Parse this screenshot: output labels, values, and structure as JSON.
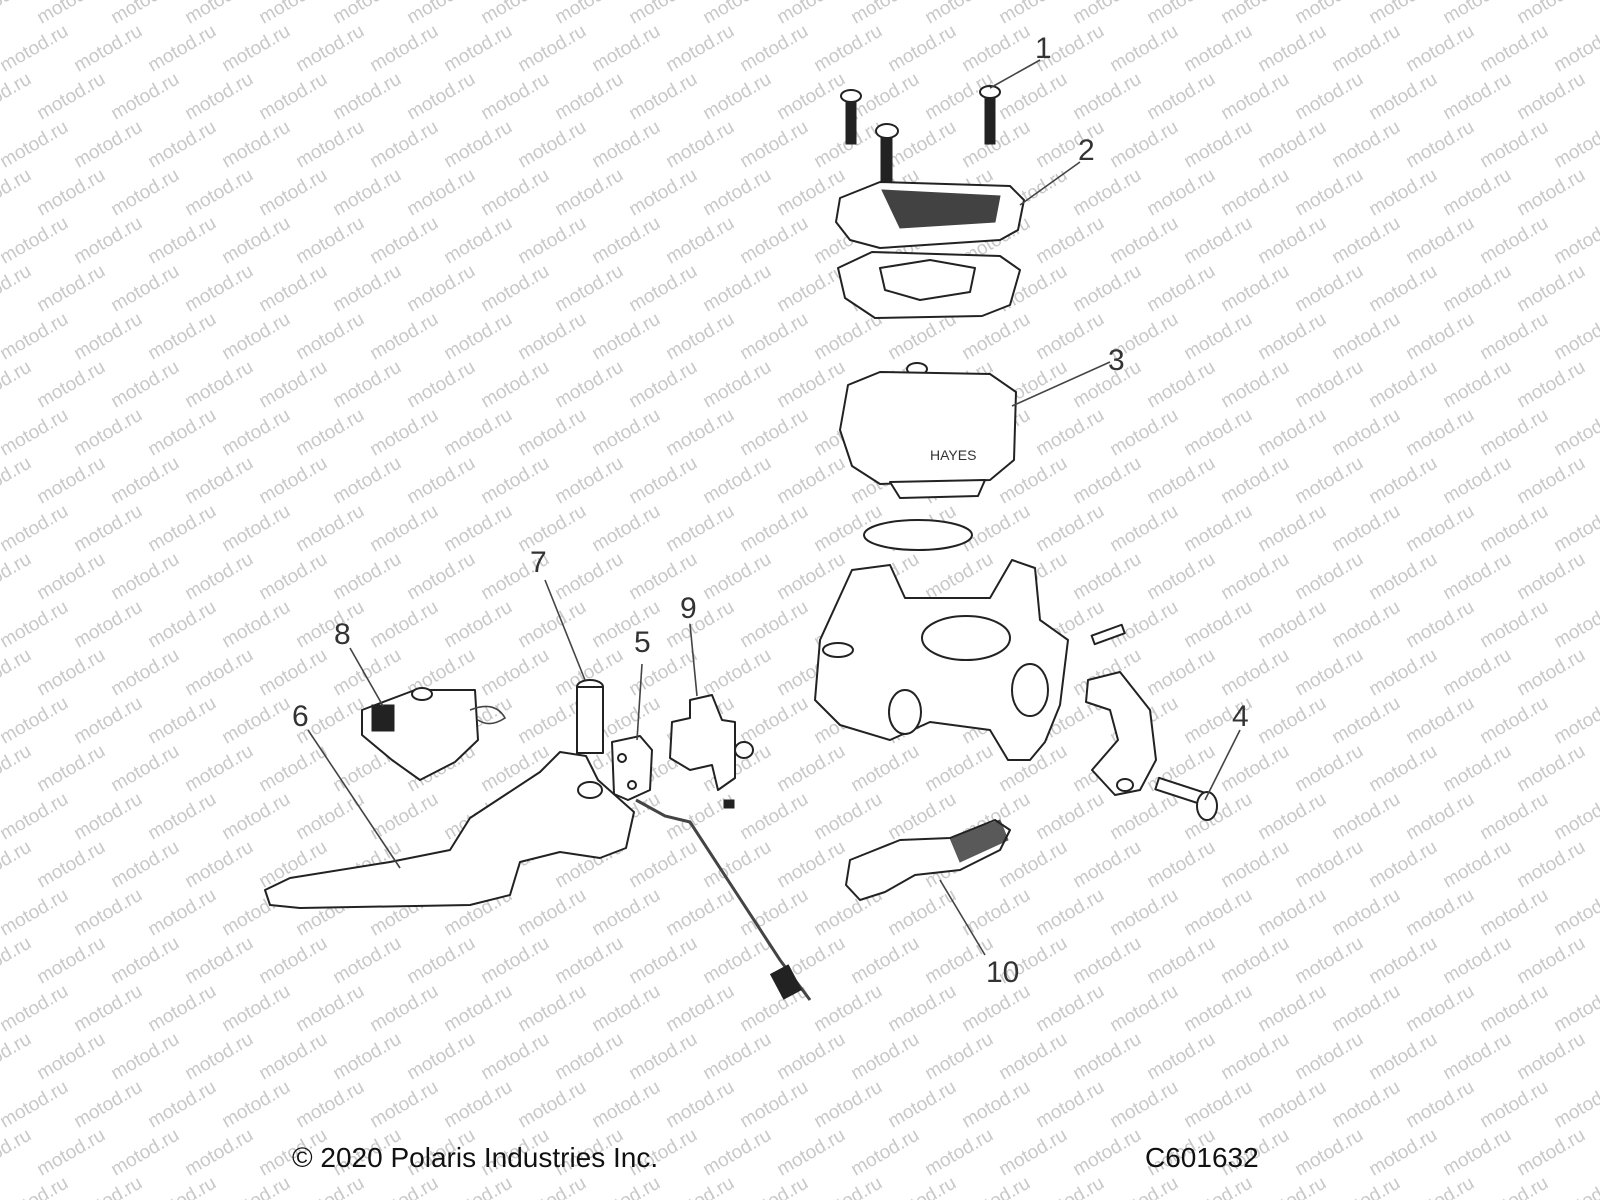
{
  "watermark_text": "motod.ru",
  "footer": {
    "copyright": "© 2020 Polaris Industries Inc.",
    "code": "C601632"
  },
  "callouts": [
    {
      "id": "1",
      "label": "1"
    },
    {
      "id": "2",
      "label": "2"
    },
    {
      "id": "3",
      "label": "3"
    },
    {
      "id": "4",
      "label": "4"
    },
    {
      "id": "5",
      "label": "5"
    },
    {
      "id": "6",
      "label": "6"
    },
    {
      "id": "7",
      "label": "7"
    },
    {
      "id": "8",
      "label": "8"
    },
    {
      "id": "9",
      "label": "9"
    },
    {
      "id": "10",
      "label": "10"
    }
  ],
  "reservoir_brand": "HAYES",
  "colors": {
    "line": "#222222",
    "watermark": "#c8c8c8",
    "background": "#ffffff"
  }
}
